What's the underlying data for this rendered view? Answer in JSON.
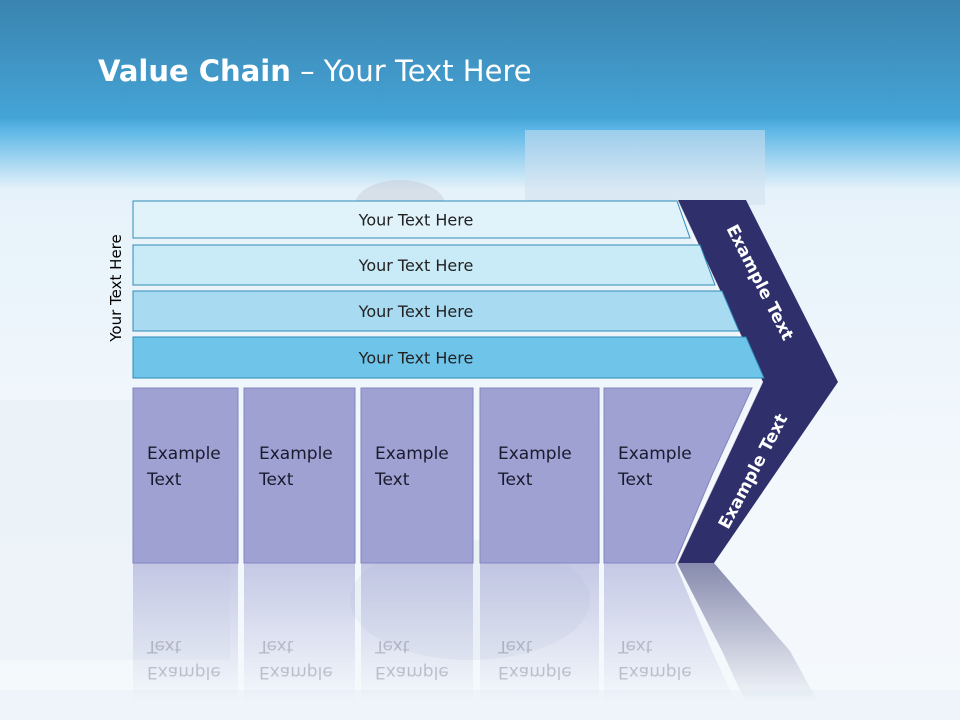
{
  "title": {
    "bold": "Value Chain",
    "rest": " – Your Text Here"
  },
  "side_label": "Your Text Here",
  "bars": [
    {
      "label": "Your Text Here"
    },
    {
      "label": "Your Text Here"
    },
    {
      "label": "Your Text Here"
    },
    {
      "label": "Your Text Here"
    }
  ],
  "columns": [
    {
      "line1": "Example",
      "line2": "Text"
    },
    {
      "line1": "Example",
      "line2": "Text"
    },
    {
      "line1": "Example",
      "line2": "Text"
    },
    {
      "line1": "Example",
      "line2": "Text"
    },
    {
      "line1": "Example",
      "line2": "Text"
    }
  ],
  "chevron": {
    "upper": "Example Text",
    "lower": "Example Text"
  },
  "colors": {
    "bar_fills": [
      "#e0f2fa",
      "#c9ebf7",
      "#a8daf2",
      "#6fc4ea"
    ],
    "bar_stroke": "#2f8bb7",
    "column_fill": "#9fa1d2",
    "chevron_fill": "#2e2f6b"
  }
}
